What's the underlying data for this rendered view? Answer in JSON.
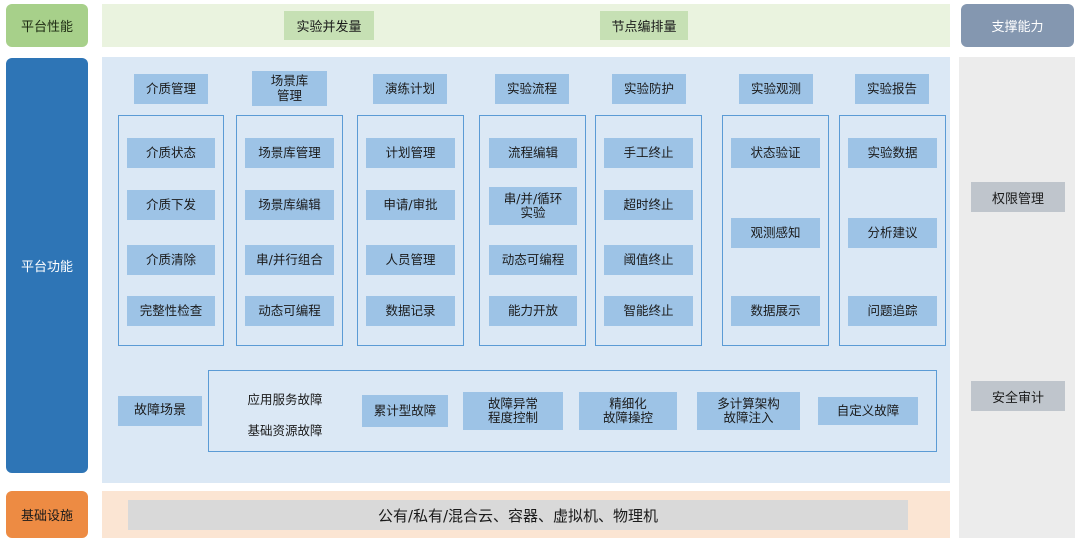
{
  "platform_performance": {
    "label": "平台性能",
    "items": [
      "实验并发量",
      "节点编排量"
    ]
  },
  "support_capability": {
    "label": "支撑能力",
    "items": [
      "权限管理",
      "安全审计"
    ]
  },
  "platform_function": {
    "label": "平台功能",
    "columns": [
      {
        "header": "介质管理",
        "items": [
          "介质状态",
          "介质下发",
          "介质清除",
          "完整性检查"
        ]
      },
      {
        "header": "场景库\n管理",
        "items": [
          "场景库管理",
          "场景库编辑",
          "串/并行组合",
          "动态可编程"
        ]
      },
      {
        "header": "演练计划",
        "items": [
          "计划管理",
          "申请/审批",
          "人员管理",
          "数据记录"
        ]
      },
      {
        "header": "实验流程",
        "items": [
          "流程编辑",
          "串/并/循环\n实验",
          "动态可编程",
          "能力开放"
        ]
      },
      {
        "header": "实验防护",
        "items": [
          "手工终止",
          "超时终止",
          "阈值终止",
          "智能终止"
        ]
      },
      {
        "header": "实验观测",
        "items": [
          "状态验证",
          "观测感知",
          "数据展示"
        ]
      },
      {
        "header": "实验报告",
        "items": [
          "实验数据",
          "分析建议",
          "问题追踪"
        ]
      }
    ],
    "fault": {
      "label": "故障场景",
      "plain_items": [
        "应用服务故障",
        "基础资源故障"
      ],
      "items": [
        "累计型故障",
        "故障异常\n程度控制",
        "精细化\n故障操控",
        "多计算架构\n故障注入",
        "自定义故障"
      ]
    }
  },
  "infrastructure": {
    "label": "基础设施",
    "content": "公有/私有/混合云、容器、虚拟机、物理机"
  }
}
